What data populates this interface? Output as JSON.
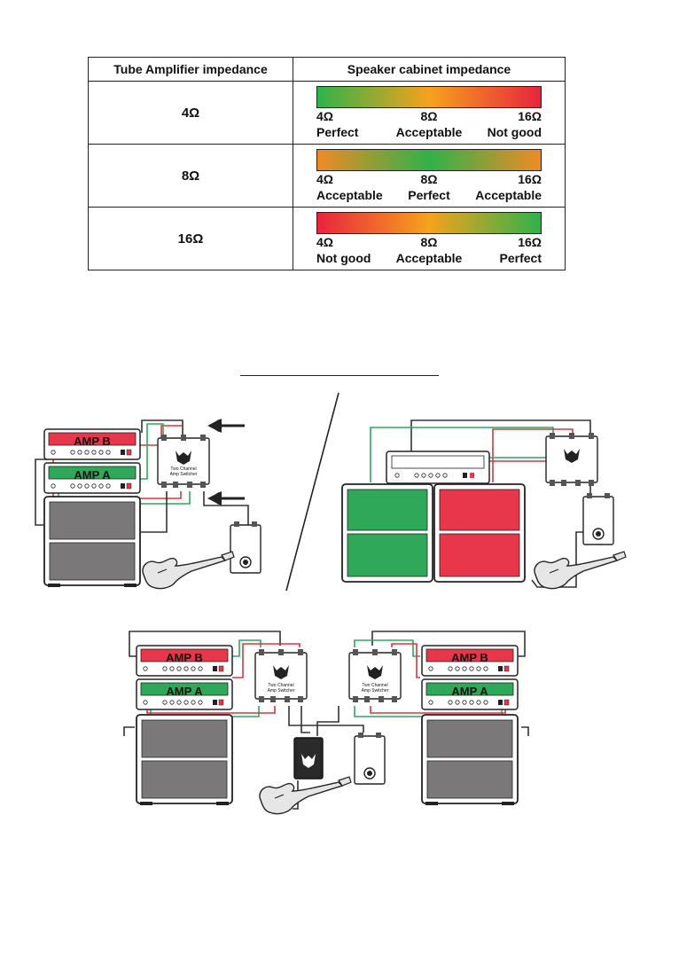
{
  "table": {
    "header_left": "Tube Amplifier impedance",
    "header_right": "Speaker cabinet impedance",
    "rows": [
      {
        "amp": "4Ω",
        "gradient": [
          "#2fb24a",
          "#f6a21d",
          "#e8243d"
        ],
        "ticks": [
          "4Ω",
          "8Ω",
          "16Ω"
        ],
        "ratings": [
          "Perfect",
          "Acceptable",
          "Not good"
        ]
      },
      {
        "amp": "8Ω",
        "gradient": [
          "#f08a25",
          "#2fb24a",
          "#f08a25"
        ],
        "ticks": [
          "4Ω",
          "8Ω",
          "16Ω"
        ],
        "ratings": [
          "Acceptable",
          "Perfect",
          "Acceptable"
        ]
      },
      {
        "amp": "16Ω",
        "gradient": [
          "#e8243d",
          "#f6a21d",
          "#2fb24a"
        ],
        "ticks": [
          "4Ω",
          "8Ω",
          "16Ω"
        ],
        "ratings": [
          "Not good",
          "Acceptable",
          "Perfect"
        ]
      }
    ]
  },
  "diagram": {
    "amp_b_label": "AMP B",
    "amp_a_label": "AMP A",
    "switcher_title": "Two Channel",
    "switcher_subtitle": "Amp Switcher",
    "brand_letter": "N",
    "colors": {
      "amp_b": "#e8364a",
      "amp_a": "#2fa85a",
      "cabinet_grille": "#7a7878",
      "cable_green": "#2fa85a",
      "cable_red": "#e0303f",
      "cable_dark": "#333333"
    }
  }
}
